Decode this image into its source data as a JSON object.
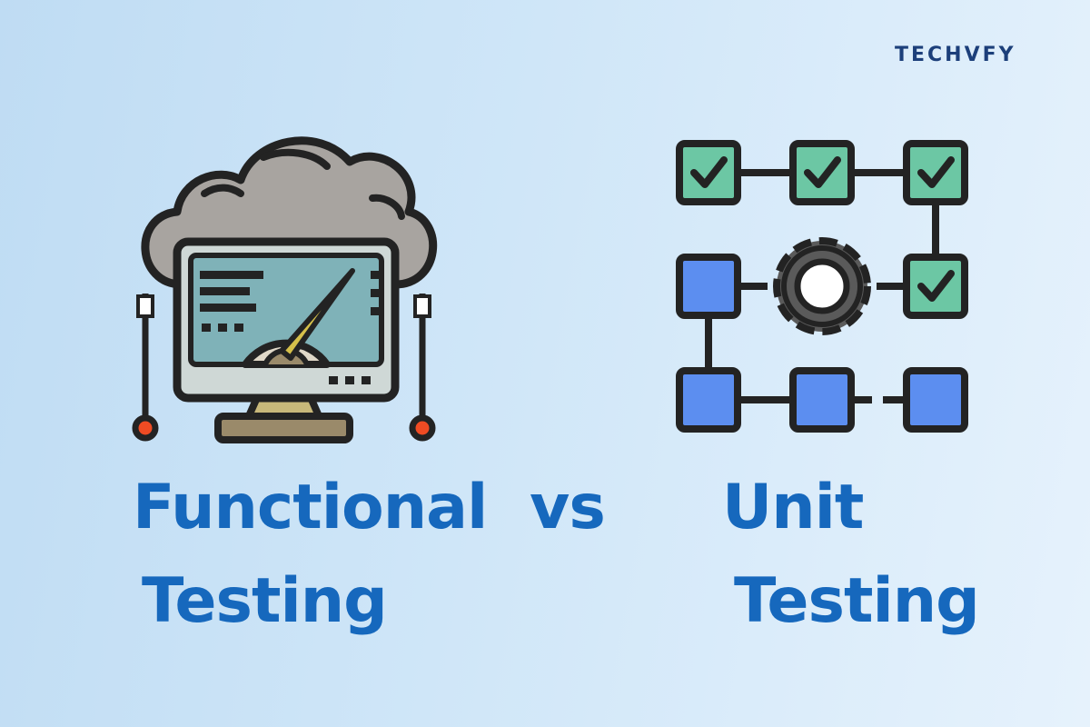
{
  "brand": {
    "logo_text": "TECHVFY"
  },
  "headline": {
    "left_line1": "Functional",
    "left_line2": "Testing",
    "separator": "vs",
    "right_line1": "Unit",
    "right_line2": "Testing"
  },
  "illustrations": {
    "left_icon": "cloud-monitor-gauge-icon",
    "right_icon": "unit-grid-gear-icon"
  },
  "colors": {
    "title_blue": "#1668bd",
    "logo_navy": "#1c3f7a",
    "check_green": "#6cc7a4",
    "unit_blue": "#5c8ef0",
    "cloud_gray": "#a8a4a0",
    "screen_teal": "#7fb2b8",
    "accent_red": "#ef4b23"
  }
}
